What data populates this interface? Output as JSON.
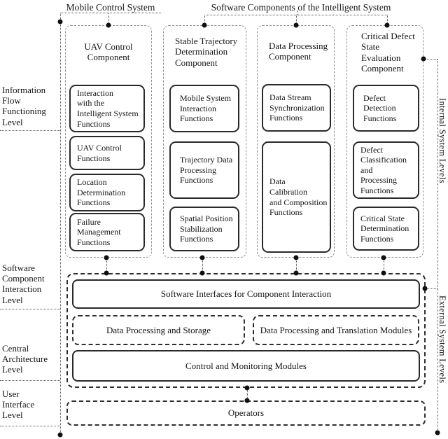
{
  "header": {
    "mobile_title": "Mobile Control System",
    "software_title": "Software Components of the Intelligent System"
  },
  "left_levels": [
    {
      "label": "Information\nFlow\nFunctioning\nLevel"
    },
    {
      "label": "Software\nComponent\nInteraction\nLevel"
    },
    {
      "label": "Central\nArchitecture\nLevel"
    },
    {
      "label": "User\nInterface\nLevel"
    }
  ],
  "right_levels": {
    "internal": "Internal System Levels",
    "external": "External System Levels"
  },
  "components": [
    {
      "title": "UAV Control\nComponent",
      "functions": [
        "Interaction\nwith the\nIntelligent System\nFunctions",
        "UAV Control\nFunctions",
        "Location\nDetermination\nFunctions",
        "Failure\nManagement\nFunctions"
      ]
    },
    {
      "title": "Stable Trajectory\nDetermination\nComponent",
      "functions": [
        "Mobile System\nInteraction\nFunctions",
        "Trajectory Data\nProcessing\nFunctions",
        "Spatial Position\nStabilization\nFunctions"
      ]
    },
    {
      "title": "Data Processing\nComponent",
      "functions": [
        "Data Stream\nSynchronization\nFunctions",
        "Data\nCalibration\nand Composition\nFunctions"
      ]
    },
    {
      "title": "Critical Defect\nState\nEvaluation\nComponent",
      "functions": [
        "Defect\nDetection\nFunctions",
        "Defect\nClassification\nand\nProcessing\nFunctions",
        "Critical State\nDetermination\nFunctions"
      ]
    }
  ],
  "interaction_layer": {
    "software_interfaces": "Software Interfaces for Component Interaction"
  },
  "central_architecture": {
    "data_processing_storage": "Data Processing and Storage",
    "data_processing_translation": "Data Processing and Translation Modules",
    "control_monitoring": "Control and Monitoring Modules"
  },
  "user_interface": {
    "operators": "Operators"
  }
}
